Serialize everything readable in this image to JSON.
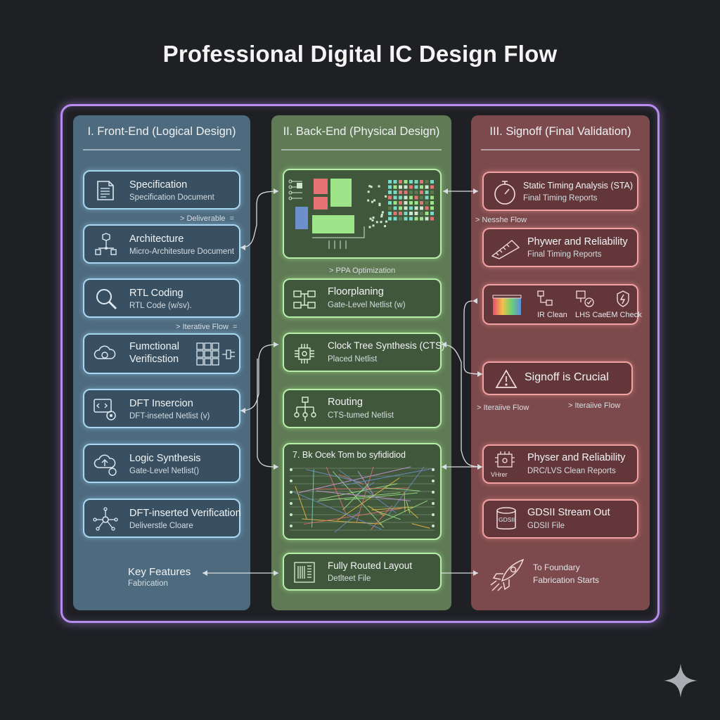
{
  "title": "Professional Digital IC Design Flow",
  "columns": {
    "front": {
      "title": "I. Front-End (Logical Design)",
      "cards": [
        {
          "title": "Specification",
          "sub": "Specification Document"
        },
        {
          "title": "Architecture",
          "sub": "Micro-Architesture Document"
        },
        {
          "title": "RTL Coding",
          "sub": "RTL Code (w/sv)."
        },
        {
          "title": "Fumctional",
          "title2": "Verificstion",
          "sub": ""
        },
        {
          "title": "DFT Insercion",
          "sub": "DFT-inseted Netlist (v)"
        },
        {
          "title": "Logic Synthesis",
          "sub": "Gate-Level Netlist()"
        },
        {
          "title": "DFT-inserted Verification",
          "sub": "Deliverstle Cloare"
        }
      ],
      "flow_deliverable": "Deliverable",
      "flow_iterative": "Iterative Flow",
      "key_features": {
        "title": "Key Features",
        "sub": "Fabrication"
      }
    },
    "back": {
      "title": "II. Back-End (Physical Design)",
      "ppa": "PPA Optimization",
      "cards": [
        {
          "title": "Floorplaning",
          "sub": "Gate-Level Netlist (w)"
        },
        {
          "title": "Clock Tree Synthesis (CTS)",
          "sub": "Placed Netlist"
        },
        {
          "title": "Routing",
          "sub": "CTS-tumed Netlist"
        },
        {
          "title": "7. Bk Ocek Tom bo syfididiod",
          "sub": ""
        },
        {
          "title": "Fully Routed Layout",
          "sub": "Detlteet File"
        }
      ]
    },
    "sign": {
      "title": "III. Signoff (Final Validation)",
      "cards": [
        {
          "title": "Static Timing Analysis (STA)",
          "sub": "Final Timing Reports"
        },
        {
          "title": "Phywer and Reliability",
          "sub": "Final Timing Reports"
        },
        {
          "title": "Signoff is Crucial",
          "sub": ""
        },
        {
          "title": "Physer and Reliability",
          "sub": "DRC/LVS Clean Reports"
        },
        {
          "title": "GDSII Stream Out",
          "sub": "GDSII File"
        }
      ],
      "flow_nesshe": "Nesshe Flow",
      "checks": [
        "IR Clean",
        "LHS Cae",
        "EM Check"
      ],
      "iterative_left": "Iteraiive Flow",
      "iterative_right": "Iteraiive Flow",
      "foundry": {
        "title": "To Foundary",
        "sub": "Fabrication Starts"
      },
      "icon_text": "VHrer",
      "gds_icon_text": "GDSII"
    }
  },
  "colors": {
    "frame": "#b98cf0",
    "front": "#4e6a7e",
    "back": "#5f7a55",
    "sign": "#7c4a4c"
  }
}
